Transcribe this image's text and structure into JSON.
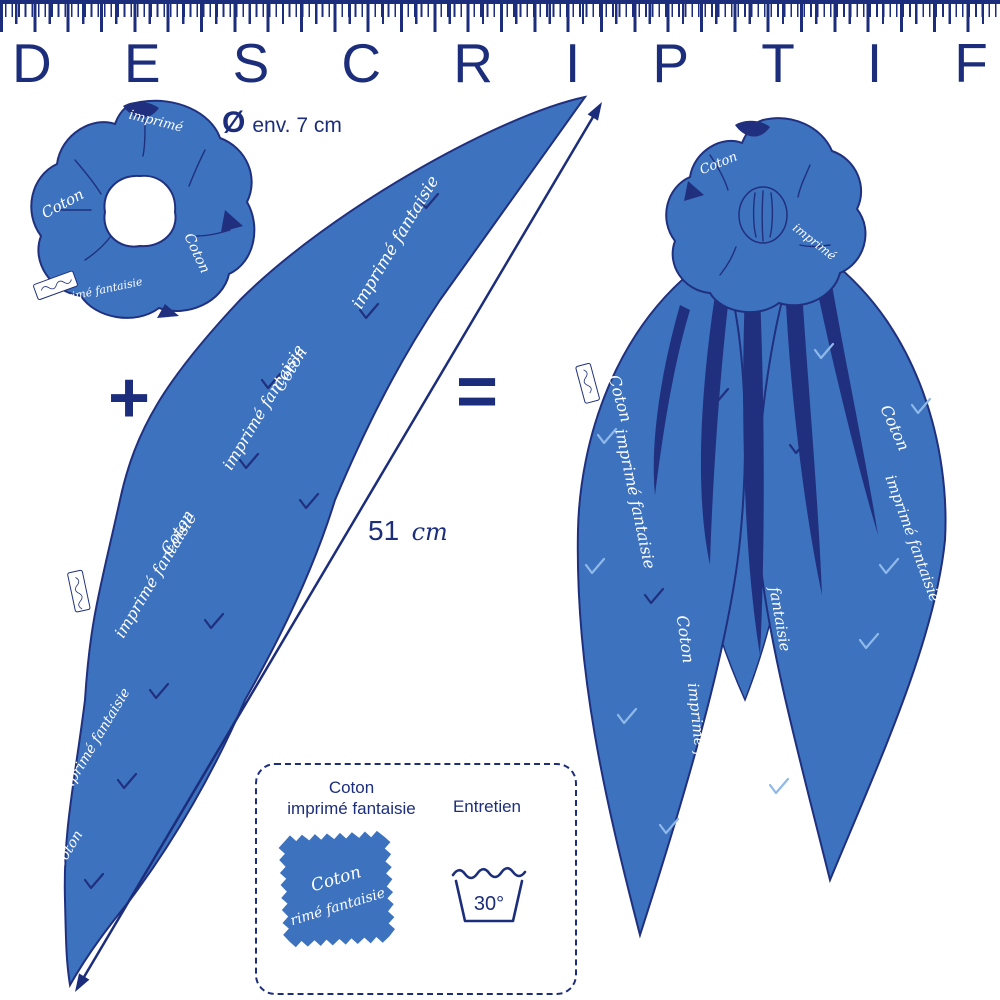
{
  "title": {
    "text": "DESCRIPTIF",
    "letters": [
      "D",
      "E",
      "S",
      "C",
      "R",
      "I",
      "P",
      "T",
      "I",
      "F"
    ]
  },
  "colors": {
    "navy": "#1c2e7b",
    "fabric_blue": "#3d72bf",
    "light_blue": "#8fb9e9"
  },
  "scrunchie": {
    "diameter_symbol": "Ø",
    "diameter_label": "env. 7 cm",
    "texts": [
      "Coton",
      "imprimé",
      "Coton",
      "imprimé fantaisie"
    ]
  },
  "operators": {
    "plus": "+",
    "equals": "="
  },
  "scarf": {
    "length_value": "51",
    "length_unit": "cm",
    "texts": [
      "imprimé fantaisie",
      "Coton",
      "imprimé fantaisie",
      "Coton",
      "imprimé fantaisie",
      "imprimé fantaisie",
      "Coton"
    ]
  },
  "result": {
    "texts": [
      "Coton",
      "imprimé",
      "Coton",
      "imprimé fantaisie",
      "Coton",
      "imprimé fantaisie",
      "fantaisie",
      "Coton",
      "imprimé fantaisie"
    ]
  },
  "legend": {
    "fabric_line1": "Coton",
    "fabric_line2": "imprimé fantaisie",
    "care_title": "Entretien",
    "wash_temperature": "30°",
    "swatch_line1": "Coton",
    "swatch_line2": "rimé fantaisie"
  }
}
